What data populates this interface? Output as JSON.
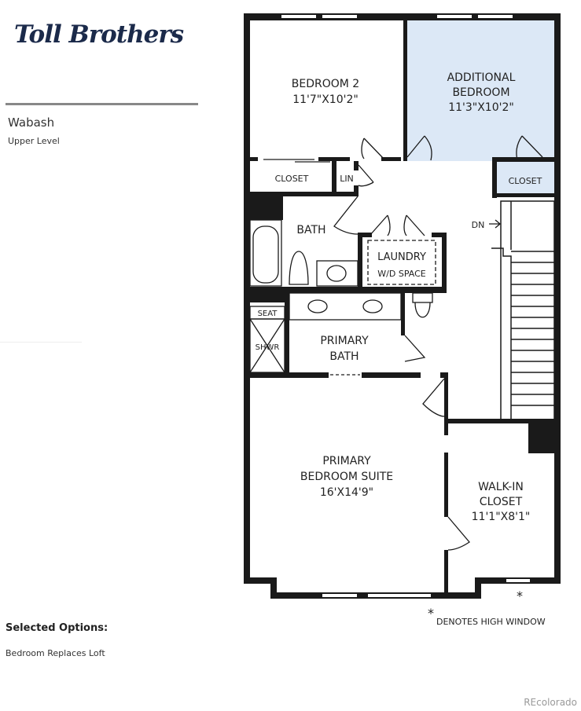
{
  "brand": {
    "logo_text": "Toll Brothers"
  },
  "plan": {
    "name": "Wabash",
    "level": "Upper Level"
  },
  "rooms": {
    "bedroom2": {
      "name": "BEDROOM 2",
      "dims": "11'7\"X10'2\""
    },
    "additional_bedroom": {
      "name_line1": "ADDITIONAL",
      "name_line2": "BEDROOM",
      "dims": "11'3\"X10'2\""
    },
    "closet1": "CLOSET",
    "linen": "LIN",
    "closet2": "CLOSET",
    "bath": "BATH",
    "laundry": "LAUNDRY",
    "wd_space": "W/D SPACE",
    "stairs_label": "DN",
    "seat": "SEAT",
    "shower": "SHWR",
    "primary_bath": {
      "line1": "PRIMARY",
      "line2": "BATH"
    },
    "primary_suite": {
      "line1": "PRIMARY",
      "line2": "BEDROOM SUITE",
      "dims": "16'X14'9\""
    },
    "walk_in": {
      "line1": "WALK-IN",
      "line2": "CLOSET",
      "dims": "11'1\"X8'1\""
    }
  },
  "legend": {
    "asterisk": "*",
    "note": "DENOTES HIGH WINDOW"
  },
  "options": {
    "title": "Selected Options:",
    "items": [
      "Bedroom Replaces Loft"
    ]
  },
  "credit": "REcolorado",
  "colors": {
    "highlight": "#dce8f6",
    "wall": "#1a1a1a",
    "brand": "#1b2a4a"
  }
}
